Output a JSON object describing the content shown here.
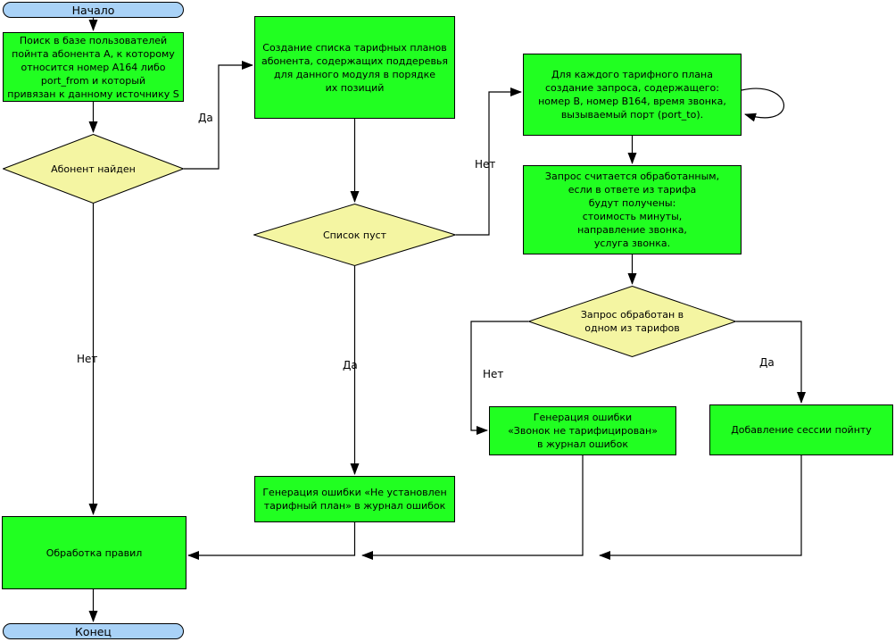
{
  "diagram": {
    "nodes": {
      "start": {
        "type": "terminal",
        "label": "Начало"
      },
      "search_user": {
        "type": "process",
        "label": "Поиск в базе пользователей\nпойнта абонента А, к которому\nотносится номер A164 либо\nport_from и который\nпривязан к данному источнику S"
      },
      "user_found": {
        "type": "decision",
        "label": "Абонент найден"
      },
      "create_list": {
        "type": "process",
        "label": "Создание списка тарифных планов\nабонента, содержащих поддеревья\nдля данного модуля в порядке\nих позиций"
      },
      "list_empty": {
        "type": "decision",
        "label": "Список пуст"
      },
      "create_request": {
        "type": "process",
        "label": "Для каждого тарифного плана\nсоздание запроса, содержащего:\nномер B, номер B164, время звонка,\nвызываемый порт (port_to)."
      },
      "request_def": {
        "type": "process",
        "label": "Запрос считается обработанным,\nесли в ответе из тарифа\nбудут получены:\nстоимость минуты,\nнаправление звонка,\nуслуга звонка."
      },
      "request_ok": {
        "type": "decision",
        "label": "Запрос обработан в\nодном из тарифов"
      },
      "error_call": {
        "type": "process",
        "label": "Генерация ошибки\n«Звонок не тарифицирован»\nв журнал ошибок"
      },
      "add_session": {
        "type": "process",
        "label": "Добавление сессии пойнту"
      },
      "error_plan": {
        "type": "process",
        "label": "Генерация ошибки «Не установлен\nтарифный план» в журнал ошибок"
      },
      "process_rules": {
        "type": "process",
        "label": "Обработка правил"
      },
      "end": {
        "type": "terminal",
        "label": "Конец"
      }
    },
    "edge_labels": {
      "user_found_yes": "Да",
      "user_found_no": "Нет",
      "list_empty_no": "Нет",
      "list_empty_yes": "Да",
      "request_no": "Нет",
      "request_yes": "Да"
    },
    "edges": [
      {
        "from": "start",
        "to": "search_user",
        "label": ""
      },
      {
        "from": "search_user",
        "to": "user_found",
        "label": ""
      },
      {
        "from": "user_found",
        "to": "create_list",
        "label": "Да"
      },
      {
        "from": "user_found",
        "to": "process_rules",
        "label": "Нет"
      },
      {
        "from": "create_list",
        "to": "list_empty",
        "label": ""
      },
      {
        "from": "list_empty",
        "to": "create_request",
        "label": "Нет"
      },
      {
        "from": "list_empty",
        "to": "error_plan",
        "label": "Да"
      },
      {
        "from": "create_request",
        "to": "create_request",
        "label": "self-loop"
      },
      {
        "from": "create_request",
        "to": "request_def",
        "label": ""
      },
      {
        "from": "request_def",
        "to": "request_ok",
        "label": ""
      },
      {
        "from": "request_ok",
        "to": "error_call",
        "label": "Нет"
      },
      {
        "from": "request_ok",
        "to": "add_session",
        "label": "Да"
      },
      {
        "from": "error_plan",
        "to": "process_rules",
        "label": ""
      },
      {
        "from": "error_call",
        "to": "process_rules",
        "label": ""
      },
      {
        "from": "add_session",
        "to": "process_rules",
        "label": ""
      },
      {
        "from": "process_rules",
        "to": "end",
        "label": ""
      }
    ],
    "colors": {
      "process_fill": "#21ff21",
      "decision_fill": "#f4f5a2",
      "terminal_fill": "#a9d2f7",
      "line": "#000000"
    }
  }
}
